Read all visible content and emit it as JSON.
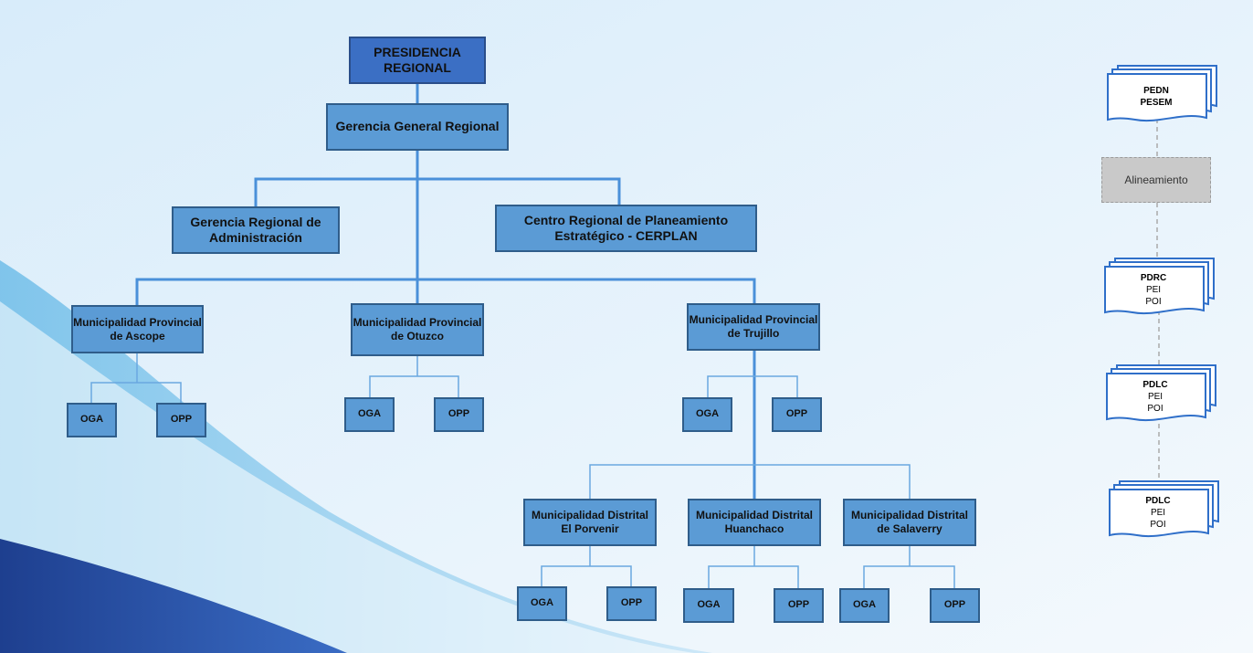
{
  "org_chart": {
    "presidencia": "PRESIDENCIA REGIONAL",
    "gerencia_general": "Gerencia General Regional",
    "gerencia_administracion": "Gerencia Regional de Administración",
    "cerplan": "Centro Regional de Planeamiento Estratégico - CERPLAN",
    "provinciales": [
      {
        "name": "Municipalidad Provincial de Ascope",
        "oga": "OGA",
        "opp": "OPP"
      },
      {
        "name": "Municipalidad Provincial de Otuzco",
        "oga": "OGA",
        "opp": "OPP"
      },
      {
        "name": "Municipalidad Provincial de Trujillo",
        "oga": "OGA",
        "opp": "OPP"
      }
    ],
    "distritales": [
      {
        "name": "Municipalidad Distrital El Porvenir",
        "oga": "OGA",
        "opp": "OPP"
      },
      {
        "name": "Municipalidad Distrital Huanchaco",
        "oga": "OGA",
        "opp": "OPP"
      },
      {
        "name": "Municipalidad Distrital de Salaverry",
        "oga": "OGA",
        "opp": "OPP"
      }
    ]
  },
  "alignment": {
    "docs": [
      {
        "title": "PEDN",
        "lines": [
          "PESEM"
        ]
      },
      {
        "title": "PDRC",
        "lines": [
          "PEI",
          "POI"
        ]
      },
      {
        "title": "PDLC",
        "lines": [
          "PEI",
          "POI"
        ]
      },
      {
        "title": "PDLC",
        "lines": [
          "PEI",
          "POI"
        ]
      }
    ],
    "label": "Alineamiento"
  },
  "colors": {
    "box_fill": "#5b9bd5",
    "box_border": "#2f5d8a",
    "top_fill": "#3b6fc4",
    "connector": "#4a90d9"
  }
}
